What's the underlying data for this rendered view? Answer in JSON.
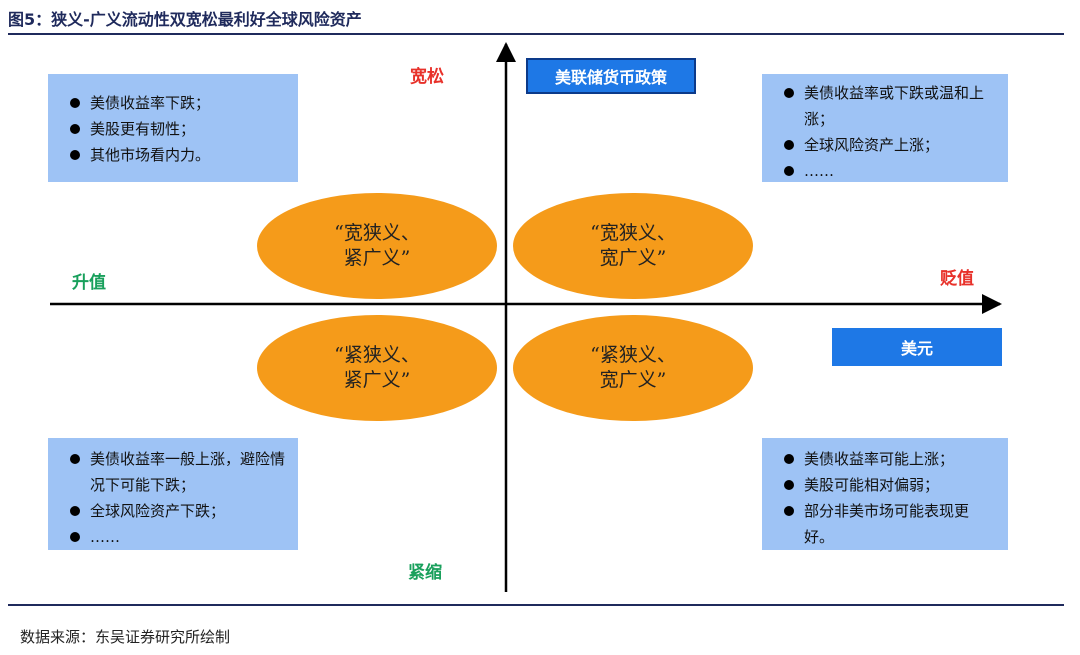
{
  "title": "图5：狭义-广义流动性双宽松最利好全球风险资产",
  "source": "数据来源：东吴证券研究所绘制",
  "axes": {
    "top": "宽松",
    "bottom": "紧缩",
    "left": "升值",
    "right": "贬值"
  },
  "axis_names": {
    "vertical": "美联储货币政策",
    "horizontal": "美元"
  },
  "quadrants": {
    "top_left": {
      "items": [
        "美债收益率下跌；",
        "美股更有韧性；",
        "其他市场看内力。"
      ]
    },
    "top_right": {
      "items": [
        "美债收益率或下跌或温和上涨；",
        "全球风险资产上涨；",
        "……"
      ]
    },
    "bottom_left": {
      "items": [
        "美债收益率一般上涨，避险情况下可能下跌；",
        "全球风险资产下跌；",
        "……"
      ]
    },
    "bottom_right": {
      "items": [
        "美债收益率可能上涨；",
        "美股可能相对偏弱；",
        "部分非美市场可能表现更好。"
      ]
    }
  },
  "ellipses": {
    "tl": "“宽狭义、\n紧广义”",
    "tr": "“宽狭义、\n宽广义”",
    "bl": "“紧狭义、\n紧广义”",
    "br": "“紧狭义、\n宽广义”"
  },
  "colors": {
    "box": "#9ec3f5",
    "ellipse": "#f59b1a",
    "axis_name_fill": "#1e78e6",
    "red": "#e8312a",
    "green": "#19a05c",
    "navy": "#1f2a5c"
  }
}
